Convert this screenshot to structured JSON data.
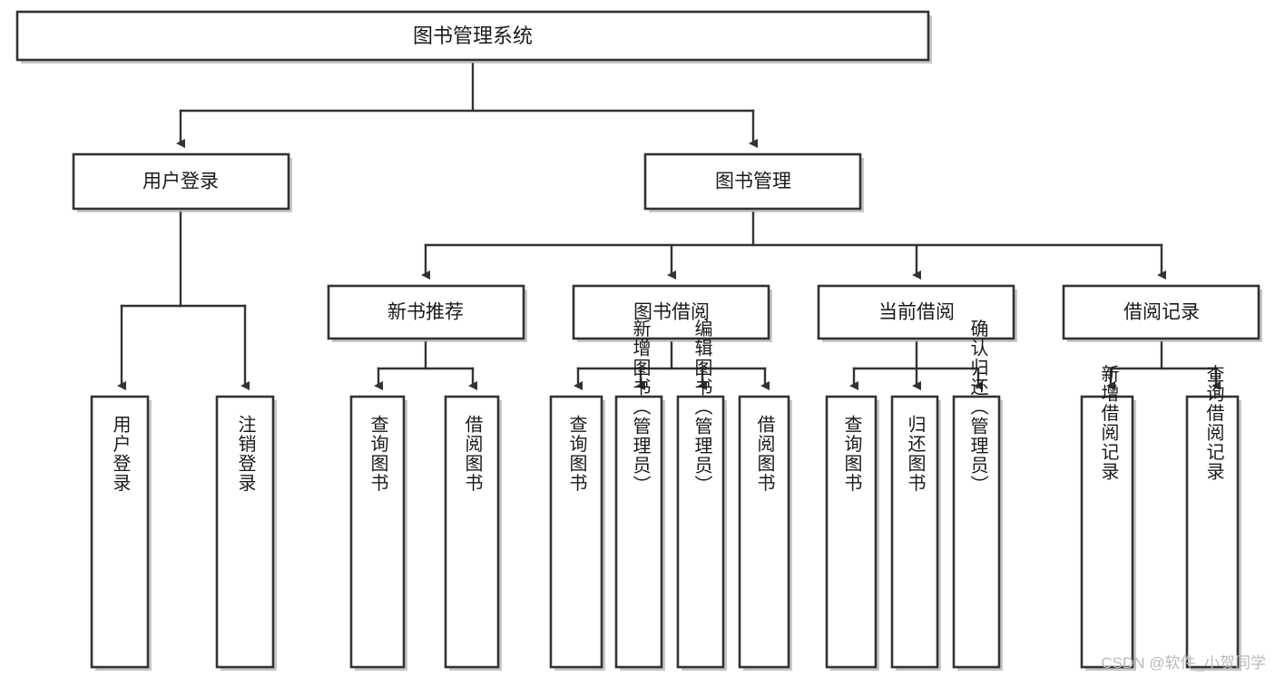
{
  "diagram": {
    "type": "tree-hierarchy",
    "title": "图书管理系统",
    "watermark": "CSDN @软件_小贺同学",
    "colors": {
      "stroke": "#333333",
      "fill": "#ffffff",
      "text": "#1a1a1a",
      "watermark": "#b9b9b9"
    },
    "levels": {
      "root": {
        "label": "图书管理系统"
      },
      "level2": [
        {
          "label": "用户登录"
        },
        {
          "label": "图书管理"
        }
      ],
      "level3": [
        {
          "label": "新书推荐"
        },
        {
          "label": "图书借阅"
        },
        {
          "label": "当前借阅"
        },
        {
          "label": "借阅记录"
        }
      ],
      "leaves": [
        {
          "label": "用户登录",
          "parent": "用户登录"
        },
        {
          "label": "注销登录",
          "parent": "用户登录"
        },
        {
          "label": "查询图书",
          "parent": "新书推荐"
        },
        {
          "label": "借阅图书",
          "parent": "新书推荐"
        },
        {
          "label": "查询图书",
          "parent": "图书借阅"
        },
        {
          "label": "新增图书（管理员）",
          "parent": "图书借阅"
        },
        {
          "label": "编辑图书（管理员）",
          "parent": "图书借阅"
        },
        {
          "label": "借阅图书",
          "parent": "图书借阅"
        },
        {
          "label": "查询图书",
          "parent": "当前借阅"
        },
        {
          "label": "归还图书",
          "parent": "当前借阅"
        },
        {
          "label": "确认归还（管理员）",
          "parent": "当前借阅"
        },
        {
          "label": "新增借阅记录",
          "parent": "借阅记录"
        },
        {
          "label": "查询借阅记录",
          "parent": "借阅记录"
        }
      ]
    }
  }
}
